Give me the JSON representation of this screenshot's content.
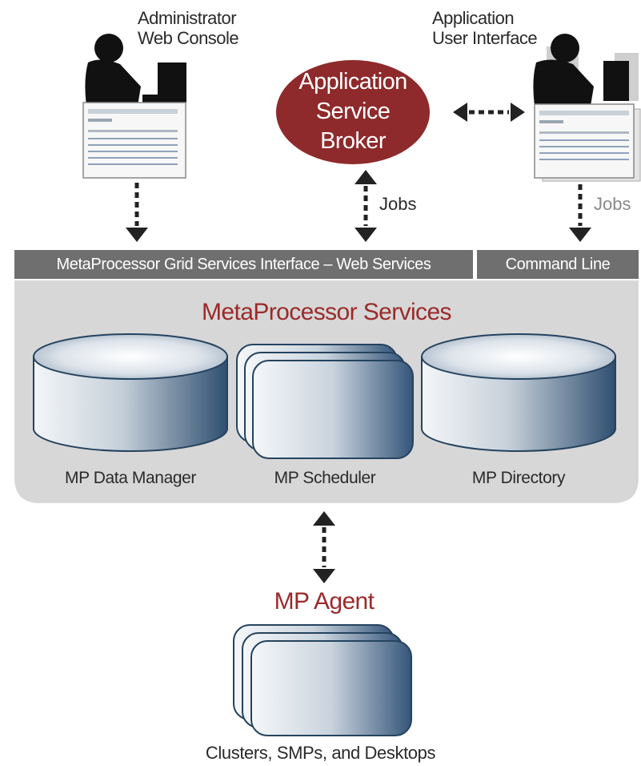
{
  "actors": {
    "admin": {
      "label_line1": "Administrator",
      "label_line2": "Web Console"
    },
    "app_user": {
      "label_line1": "Application",
      "label_line2": "User Interface"
    }
  },
  "broker": {
    "line1": "Application",
    "line2": "Service",
    "line3": "Broker"
  },
  "arrows": {
    "jobs_center": "Jobs",
    "jobs_right": "Jobs"
  },
  "interface_band": {
    "web_services": "MetaProcessor Grid Services Interface – Web Services",
    "command_line": "Command Line"
  },
  "services": {
    "title": "MetaProcessor Services",
    "data_manager": "MP Data Manager",
    "scheduler": "MP Scheduler",
    "directory": "MP Directory"
  },
  "agent": {
    "title": "MP Agent",
    "caption": "Clusters, SMPs, and Desktops"
  },
  "colors": {
    "broker_red": "#8e2a2b",
    "title_red": "#9b2a2a",
    "band_gray": "#6f6f6f",
    "panel_gray": "#d7d7d7",
    "storage_blue": "#2e4e6e"
  }
}
